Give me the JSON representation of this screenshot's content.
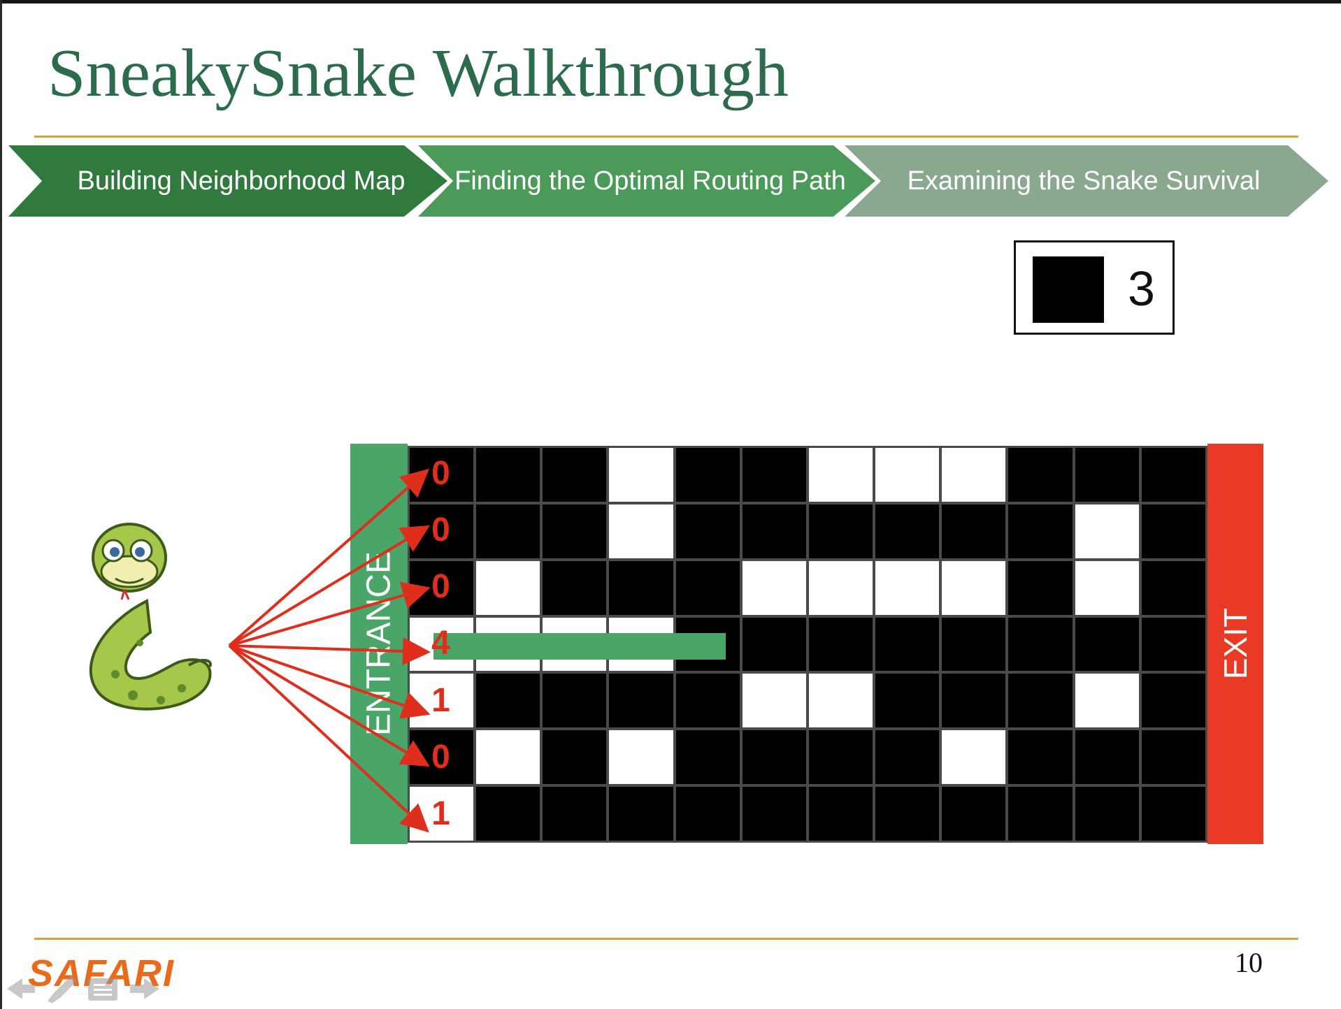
{
  "title": "SneakySnake Walkthrough",
  "steps": [
    {
      "label": "Building Neighborhood Map",
      "color": "#2f7a3c"
    },
    {
      "label": "Finding the Optimal Routing Path",
      "color": "#4c9a5a"
    },
    {
      "label": "Examining the Snake Survival",
      "color": "#8aa88f"
    }
  ],
  "legend": {
    "value": "3"
  },
  "grid": {
    "entrance_label": "ENTRANCE",
    "exit_label": "EXIT",
    "counts": [
      "0",
      "0",
      "0",
      "4",
      "1",
      "0",
      "1"
    ],
    "cells": [
      [
        0,
        0,
        0,
        1,
        0,
        0,
        1,
        1,
        1,
        0,
        0,
        0
      ],
      [
        0,
        0,
        0,
        1,
        0,
        0,
        0,
        0,
        0,
        0,
        1,
        0
      ],
      [
        0,
        1,
        0,
        0,
        0,
        1,
        1,
        1,
        1,
        0,
        1,
        0
      ],
      [
        1,
        1,
        1,
        1,
        0,
        0,
        0,
        0,
        0,
        0,
        0,
        0
      ],
      [
        1,
        0,
        0,
        0,
        0,
        1,
        1,
        0,
        0,
        0,
        1,
        0
      ],
      [
        0,
        1,
        0,
        1,
        0,
        0,
        0,
        0,
        1,
        0,
        0,
        0
      ],
      [
        1,
        0,
        0,
        0,
        0,
        0,
        0,
        0,
        0,
        0,
        0,
        0
      ]
    ],
    "count_color": "#e02e1c",
    "entrance_color": "#4aa569",
    "exit_color": "#e83a24"
  },
  "footer": {
    "logo": "SAFARI",
    "page_number": "10"
  },
  "icons": [
    "snake-illustration",
    "back-arrow-icon",
    "pen-icon",
    "menu-icon",
    "forward-arrow-icon"
  ]
}
